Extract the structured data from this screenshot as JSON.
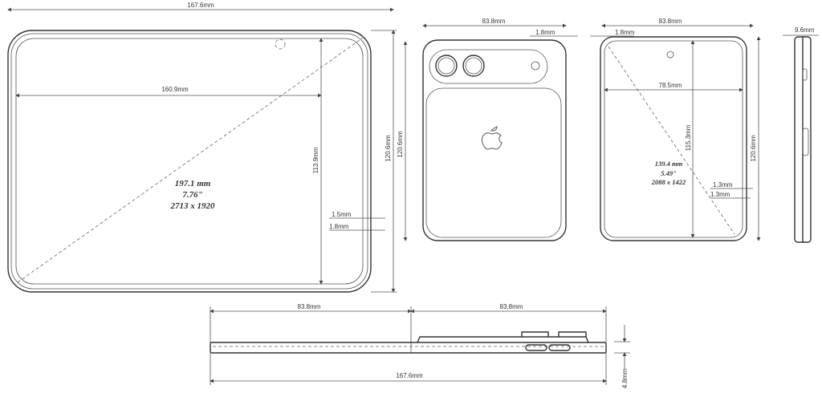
{
  "front_unfolded": {
    "width": "167.6mm",
    "screen_width": "160.9mm",
    "screen_height": "113.9mm",
    "height": "120.6mm",
    "bezel_1": "1.5mm",
    "bezel_2": "1.8mm",
    "diag_mm": "197.1 mm",
    "diag_in": "7.76\"",
    "resolution": "2713 x 1920"
  },
  "back_folded": {
    "width": "83.8mm",
    "edge": "1.8mm",
    "height": "120.6mm"
  },
  "front_folded": {
    "width": "83.8mm",
    "edge": "1.8mm",
    "screen_width": "78.5mm",
    "screen_height": "115.3mm",
    "height": "120.6mm",
    "bezel_1": "1.3mm",
    "bezel_2": "1.3mm",
    "diag_mm": "139.4 mm",
    "diag_in": "5.49\"",
    "resolution": "2088 x 1422"
  },
  "side": {
    "thickness": "9.6mm"
  },
  "bottom": {
    "half_left": "83.8mm",
    "half_right": "83.8mm",
    "total": "167.6mm",
    "thickness": "4.8mm"
  }
}
